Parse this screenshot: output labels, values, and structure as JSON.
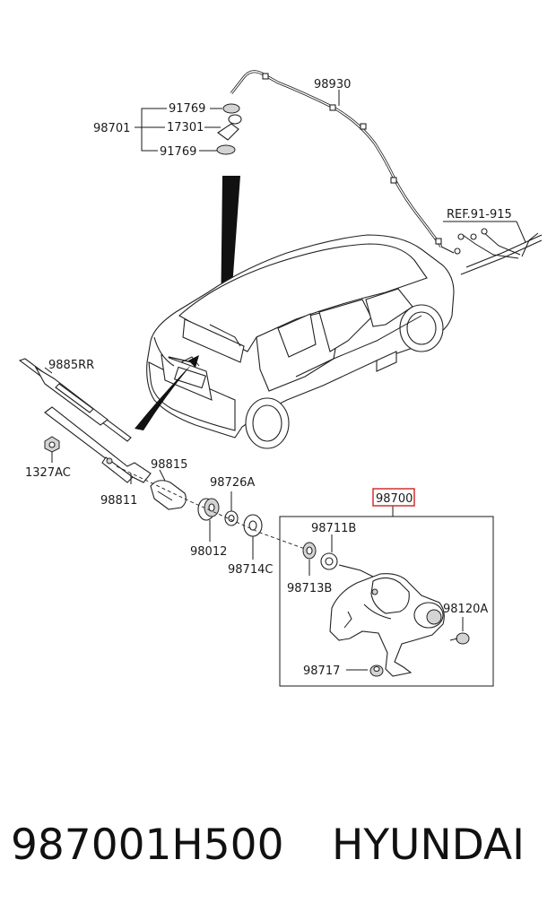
{
  "labels": {
    "p98930": "98930",
    "p91769a": "91769",
    "p17301": "17301",
    "p98701": "98701",
    "p91769b": "91769",
    "ref": "REF.91-915",
    "p9885rr": "9885RR",
    "p1327ac": "1327AC",
    "p98815": "98815",
    "p98811": "98811",
    "p98726a": "98726A",
    "p98700": "98700",
    "p98012": "98012",
    "p98714c": "98714C",
    "p98711b": "98711B",
    "p98713b": "98713B",
    "p98120a": "98120A",
    "p98717": "98717"
  },
  "footer": {
    "part_number": "987001H500",
    "brand": "HYUNDAI"
  },
  "colors": {
    "highlight_box": "#cc2222",
    "line": "#1a1a1a"
  }
}
